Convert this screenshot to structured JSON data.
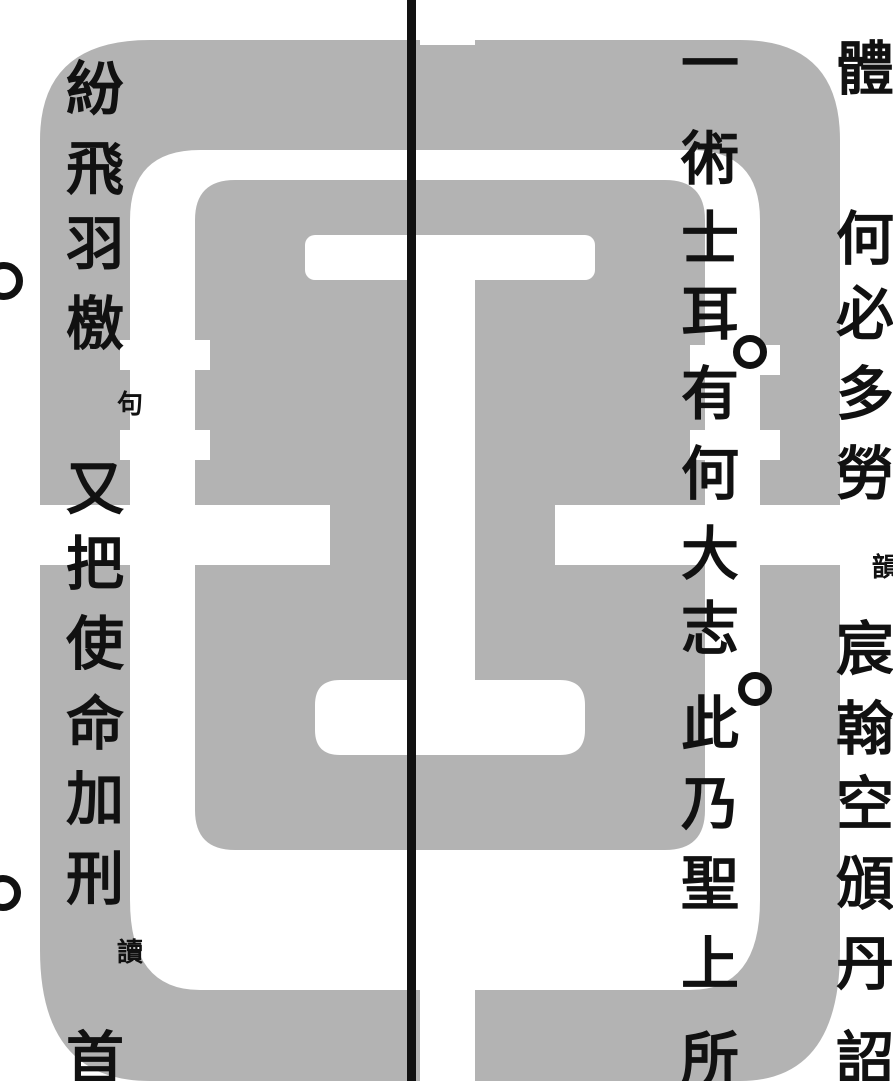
{
  "page": {
    "watermark_color": "#b3b3b3",
    "ink_color": "#111111",
    "background": "#ffffff"
  },
  "columns": {
    "col1_main": [
      "紛",
      "飛",
      "羽",
      "檄"
    ],
    "col1_note1": "句",
    "col1_cont": [
      "又",
      "把",
      "使",
      "命",
      "加",
      "刑"
    ],
    "col1_note2": "讀",
    "col1_end": "首",
    "col2": [
      "一",
      "術",
      "士",
      "耳",
      "有",
      "何",
      "大",
      "志",
      "此",
      "乃",
      "聖",
      "上",
      "所"
    ],
    "col3_top": "體",
    "col3_main": [
      "何",
      "必",
      "多",
      "勞"
    ],
    "col3_note": "韻",
    "col3_cont": [
      "宸",
      "翰",
      "空",
      "頒",
      "丹",
      "詔"
    ]
  }
}
